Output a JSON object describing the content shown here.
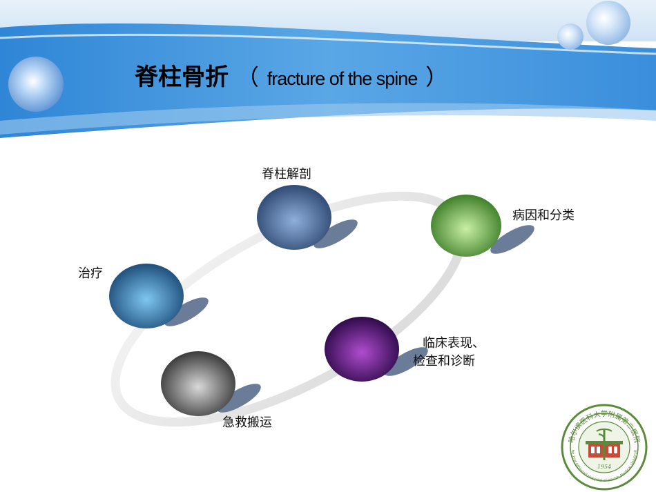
{
  "slide": {
    "title_cn": "脊柱骨折",
    "title_open": "（",
    "title_en": "fracture of the spine",
    "title_close": "）"
  },
  "nodes": [
    {
      "label": "脊柱解剖",
      "color_light": "#8fb0dc",
      "color_dark": "#2f4a73"
    },
    {
      "label": "病因和分类",
      "color_light": "#c9f0a4",
      "color_dark": "#3f7f2a"
    },
    {
      "label": "临床表现、",
      "label_line2": "检查和诊断",
      "color_light": "#b04ccf",
      "color_dark": "#2e0a4a"
    },
    {
      "label": "急救搬运",
      "color_light": "#d9d9d9",
      "color_dark": "#3a3a3a"
    },
    {
      "label": "治疗",
      "color_light": "#7fc6f2",
      "color_dark": "#1e4f7a"
    }
  ],
  "seal": {
    "text": "哈尔滨医科大学附属第二医院",
    "year": "1954",
    "text_en": "The 2nd Affiliated Hospital of Harbin Medical University",
    "color": "#5a8a3a"
  }
}
